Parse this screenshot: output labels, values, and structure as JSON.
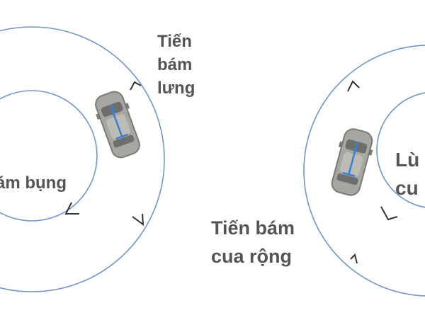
{
  "labels": {
    "top_right_line1": "Tiến",
    "top_right_line2": "bám",
    "top_right_line3": "lưng",
    "left": "ám bụng",
    "bottom_line1": "Tiến bám",
    "bottom_line2": "cua rộng",
    "right_line1": "Lù",
    "right_line2": "cu"
  },
  "colors": {
    "arc": "#7394c9",
    "arrow": "#333333",
    "label": "#555555",
    "car_body": "#a8a6a0",
    "car_glass": "#6e6e6e",
    "car_axis": "#3a7fd0"
  },
  "icons": [
    "car-icon",
    "direction-arrow-icon"
  ]
}
